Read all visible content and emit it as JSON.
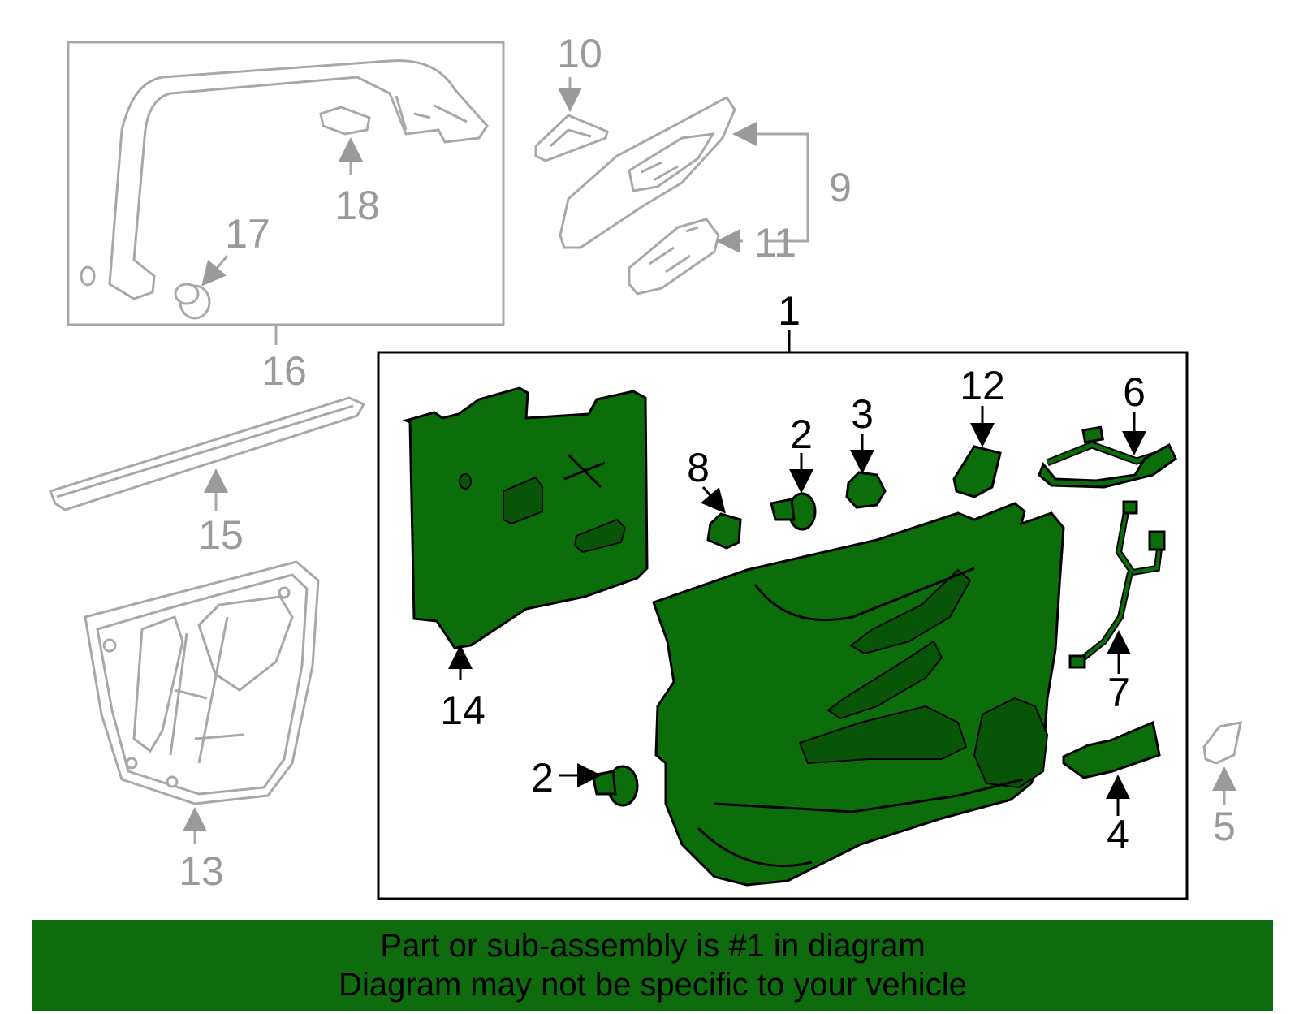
{
  "callouts": {
    "c1": "1",
    "c2a": "2",
    "c2b": "2",
    "c3": "3",
    "c4": "4",
    "c5": "5",
    "c6": "6",
    "c7": "7",
    "c8": "8",
    "c9": "9",
    "c10": "10",
    "c11": "11",
    "c12": "12",
    "c13": "13",
    "c14": "14",
    "c15": "15",
    "c16": "16",
    "c17": "17",
    "c18": "18"
  },
  "banner": {
    "line1": "Part or sub-assembly is #1 in diagram",
    "line2": "Diagram may not be specific to your vehicle"
  },
  "colors": {
    "highlight": "#0b6e0b",
    "banner": "#0e6b0e",
    "grey_parts": "#a8a8a8"
  }
}
